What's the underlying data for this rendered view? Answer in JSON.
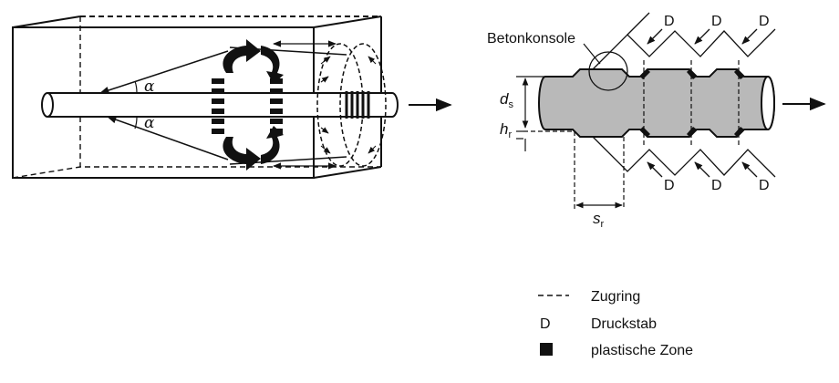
{
  "labels": {
    "betonkonsole": "Betonkonsole",
    "d": "D",
    "alpha": "α",
    "ds_main": "d",
    "ds_sub": "s",
    "hr_main": "h",
    "hr_sub": "r",
    "sr_main": "s",
    "sr_sub": "r"
  },
  "legend": {
    "items": [
      {
        "symbol": "dashed-line",
        "label": "Zugring"
      },
      {
        "symbol": "letter-D",
        "label": "Druckstab"
      },
      {
        "symbol": "filled-square",
        "label": "plastische Zone"
      }
    ]
  },
  "colors": {
    "stroke": "#111111",
    "bar_fill": "#b9b9b9",
    "background": "#ffffff"
  }
}
